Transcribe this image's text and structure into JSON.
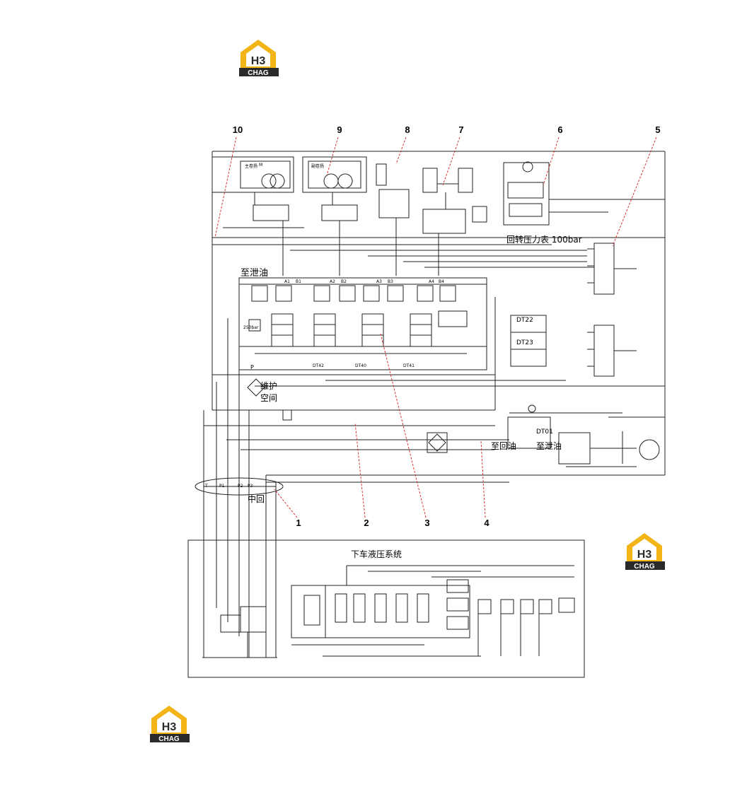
{
  "logos": [
    {
      "letters": "H3",
      "brand": "CHAG"
    },
    {
      "letters": "H3",
      "brand": "CHAG"
    },
    {
      "letters": "H3",
      "brand": "CHAG"
    }
  ],
  "colors": {
    "logo_yellow": "#f2b417",
    "logo_dark": "#2a2a2a",
    "line": "#222222",
    "callout_line": "#d42020"
  },
  "callouts": [
    "10",
    "9",
    "8",
    "7",
    "6",
    "5",
    "1",
    "2",
    "3",
    "4"
  ],
  "labels": {
    "drain_oil": "至泄油",
    "swing_gauge": "回转压力表 100bar",
    "maintenance": "维护",
    "space": "空间",
    "to_return_oil": "至回油",
    "to_drain_oil": "至泄油",
    "middle": "中回",
    "lower_system": "下车液压系统",
    "dt22": "DT22",
    "dt23": "DT23",
    "dt01": "DT01",
    "p_port": "P",
    "bar_250": "250bar"
  },
  "small_labels": {
    "main_winch": "主卷扬",
    "aux_winch": "副卷扬",
    "mr": "M",
    "a1": "A1",
    "b1": "B1",
    "a2": "A2",
    "b2": "B2",
    "a3": "A3",
    "b3": "B3",
    "a4": "A4",
    "b4": "B4",
    "dt42": "DT42",
    "dt40": "DT40",
    "dt41": "DT41",
    "t": "T",
    "p1": "P1",
    "p2": "P2",
    "p3": "P3"
  }
}
